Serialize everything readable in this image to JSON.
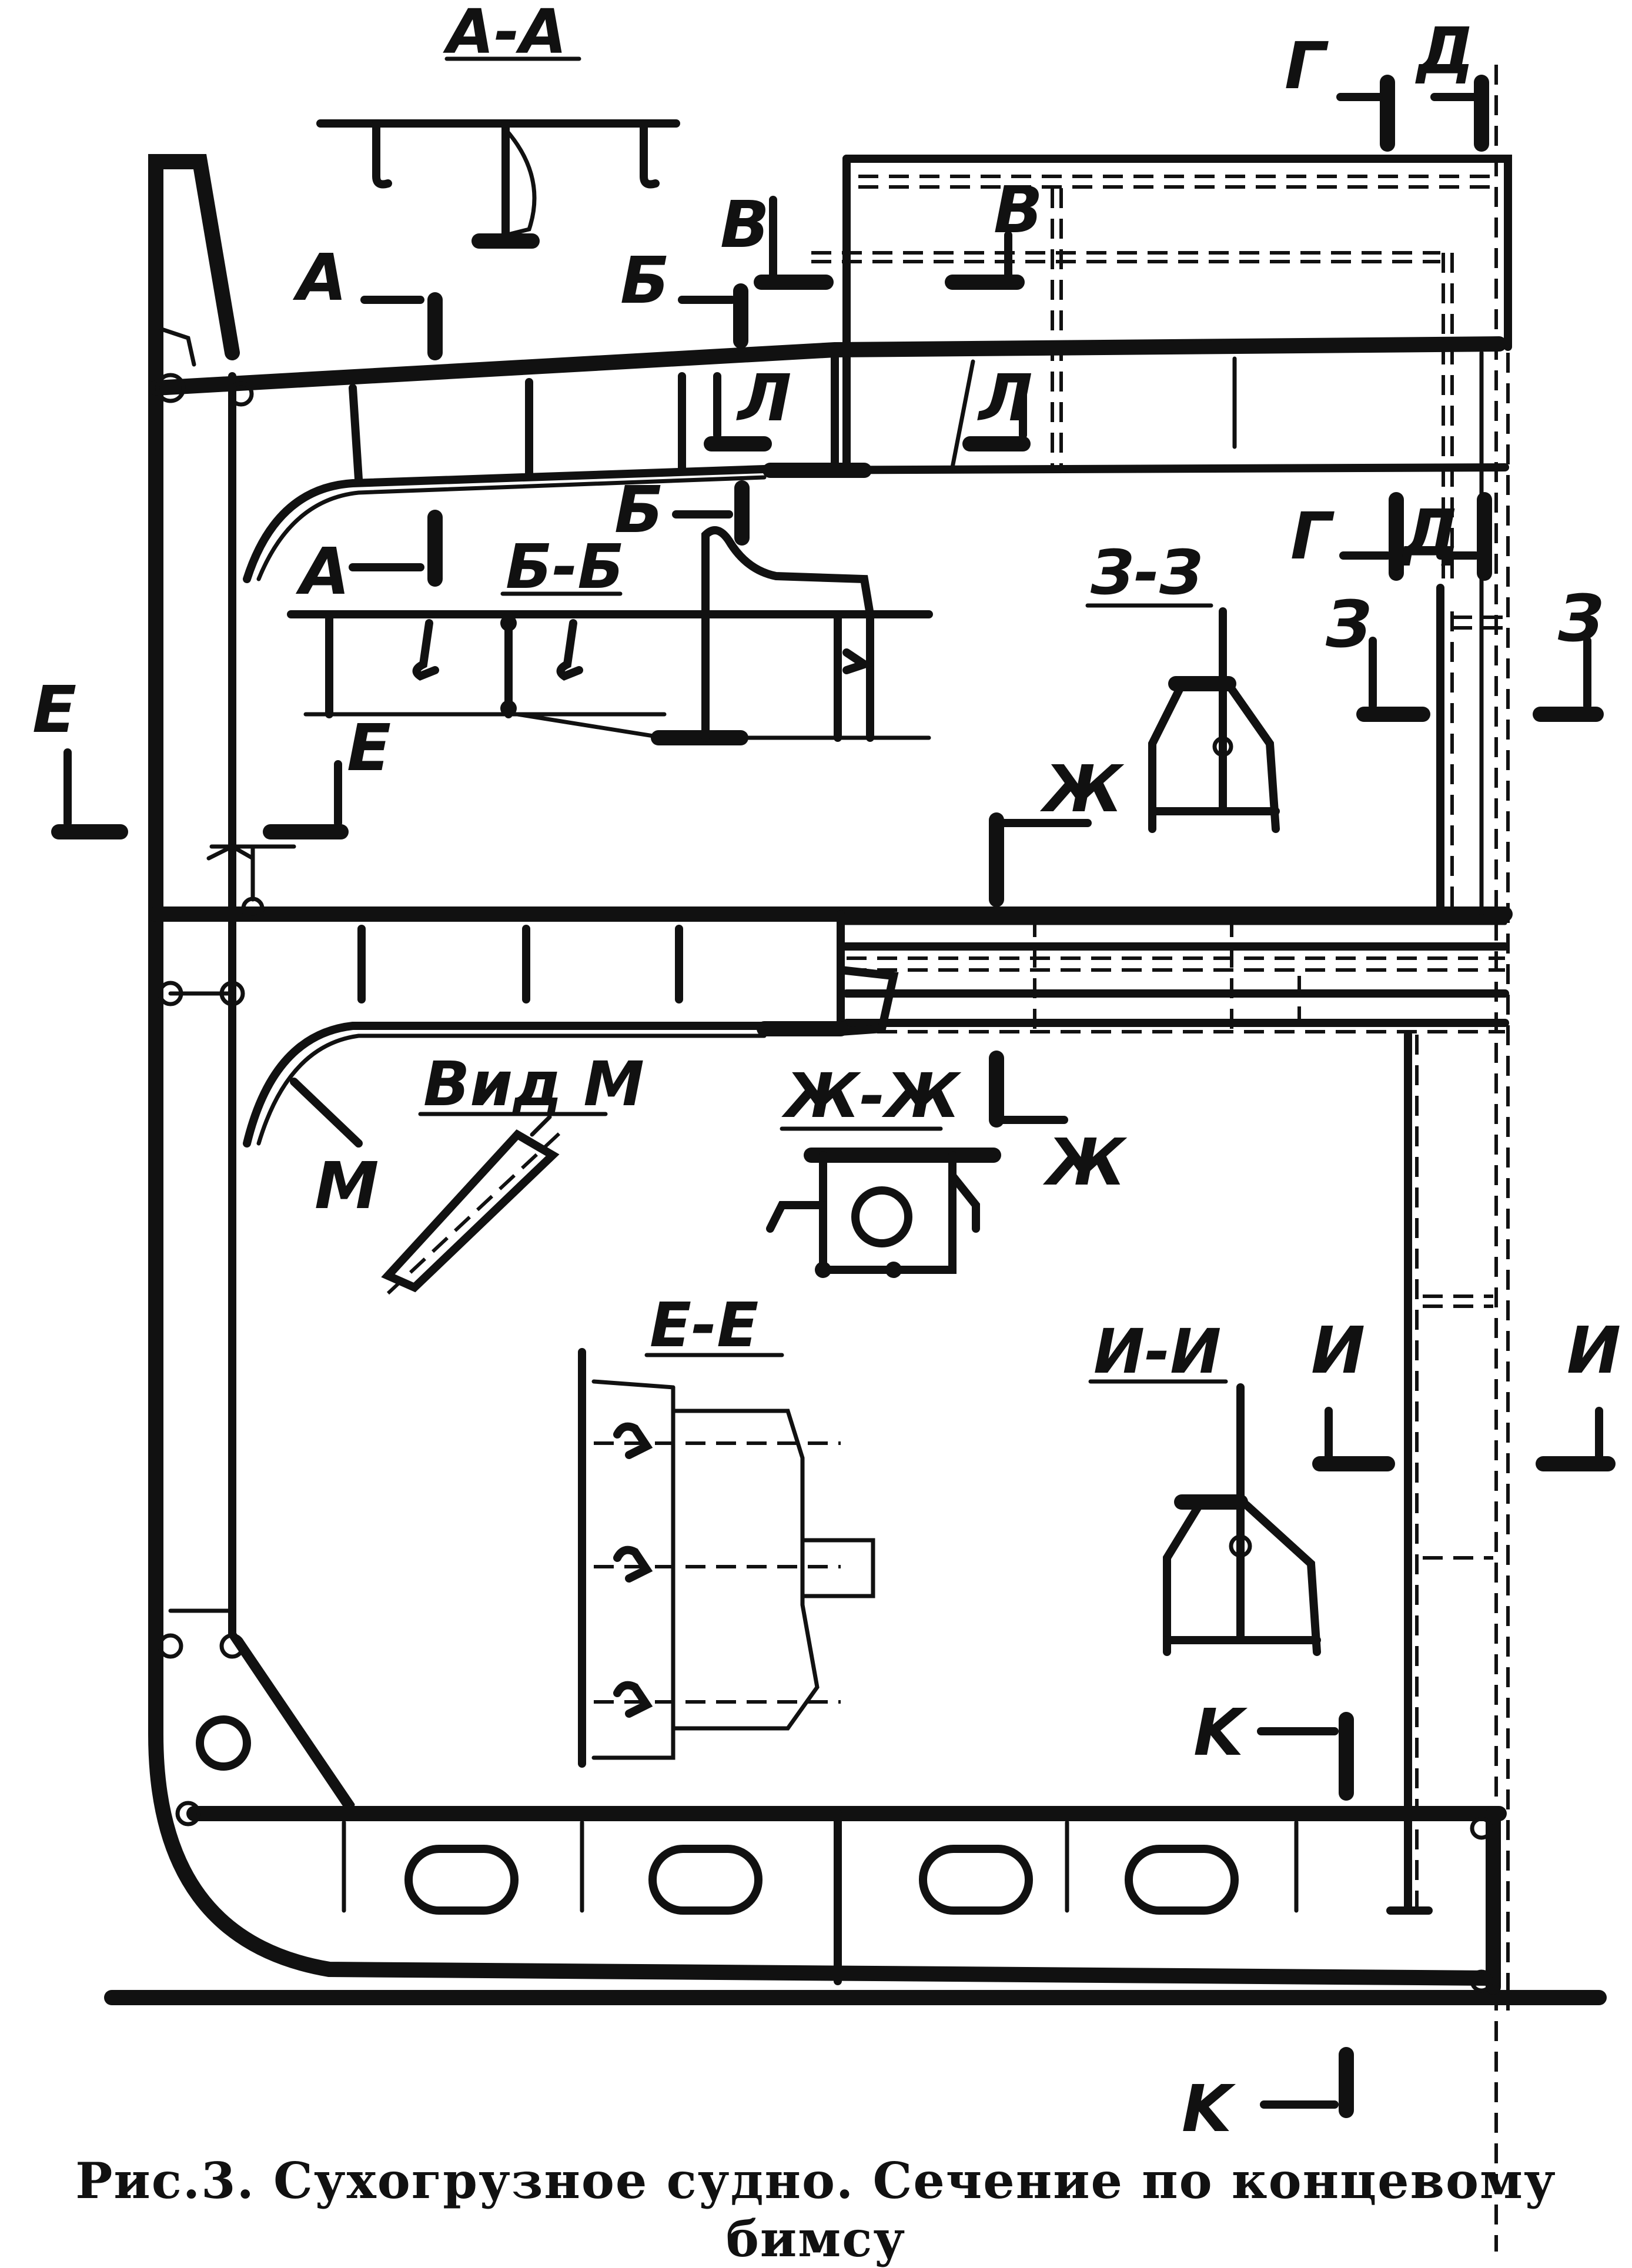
{
  "labels": {
    "sec_aa": "A-A",
    "sec_bb": "Б-Б",
    "sec_zz": "З-З",
    "sec_zhzh": "Ж-Ж",
    "sec_ee": "E-E",
    "sec_ii": "И-И",
    "view_m": "Вид М",
    "g": "Г",
    "d": "Д",
    "v": "В",
    "a": "A",
    "b": "Б",
    "l": "Л",
    "z": "З",
    "e": "E",
    "zh": "Ж",
    "i": "И",
    "k": "K",
    "m": "M"
  },
  "caption": "Рис.3. Сухогрузное судно. Сечение по концевому бимсу"
}
